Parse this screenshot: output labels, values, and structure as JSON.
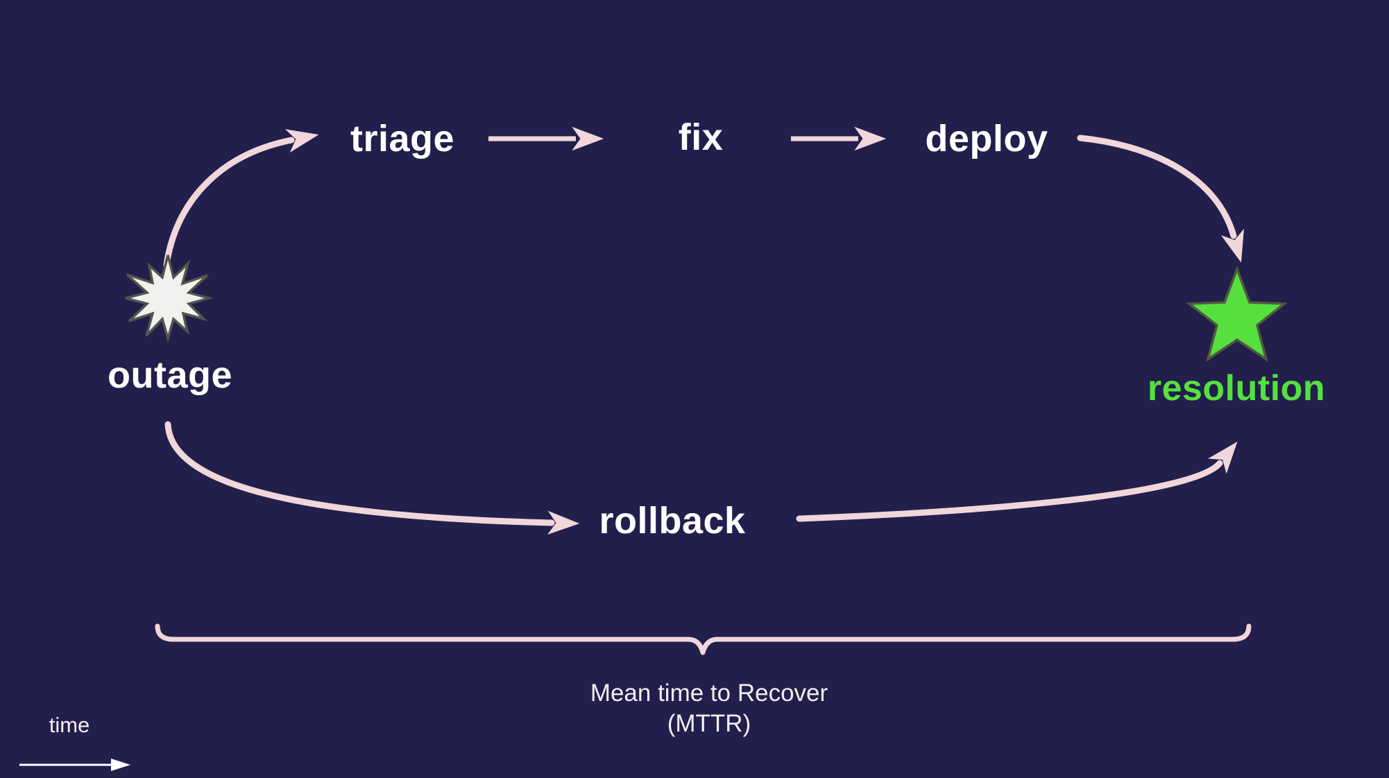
{
  "colors": {
    "background": "#221f4c",
    "arrow_pink": "#f1d6da",
    "label_white": "#ffffff",
    "accent_green": "#56e03f",
    "burst_fill": "#f1f1ef",
    "burst_outline": "#54544c",
    "star_outline": "#4f5a3e",
    "annotation_text": "#f5eef0"
  },
  "diagram": {
    "top_stages": [
      {
        "label": "triage"
      },
      {
        "label": "fix"
      },
      {
        "label": "deploy"
      }
    ],
    "start_node": {
      "label": "outage",
      "icon": "burst-icon"
    },
    "end_node": {
      "label": "resolution",
      "icon": "star-icon"
    },
    "alternate_path": {
      "label": "rollback"
    },
    "brace_annotation": {
      "line1": "Mean time to Recover",
      "line2": "(MTTR)"
    },
    "time_axis": {
      "label": "time"
    }
  }
}
